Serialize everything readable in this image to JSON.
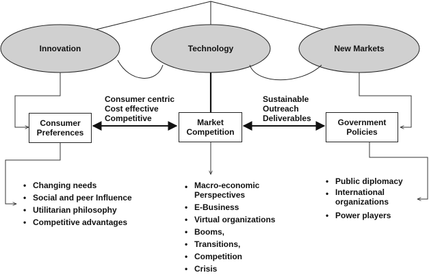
{
  "ovals": {
    "innovation": "Innovation",
    "technology": "Technology",
    "new_markets": "New Markets"
  },
  "boxes": {
    "consumer_preferences": "Consumer\nPreferences",
    "market_competition": "Market\nCompetition",
    "government_policies": "Government\nPolicies"
  },
  "links": {
    "left": [
      "Consumer centric",
      "Cost effective",
      "Competitive"
    ],
    "right": [
      "Sustainable",
      "Outreach",
      "Deliverables"
    ]
  },
  "lists": {
    "consumer": [
      "Changing needs",
      "Social and peer Influence",
      "Utilitarian philosophy",
      "Competitive advantages"
    ],
    "market": [
      "Macro-economic\nPerspectives",
      "E-Business",
      "Virtual organizations",
      "Booms,",
      "Transitions,",
      "Competition",
      "Crisis"
    ],
    "government": [
      "Public diplomacy",
      "International\norganizations",
      "Power players"
    ]
  },
  "colors": {
    "oval_fill": "#d0d0d0",
    "stroke": "#222222"
  }
}
